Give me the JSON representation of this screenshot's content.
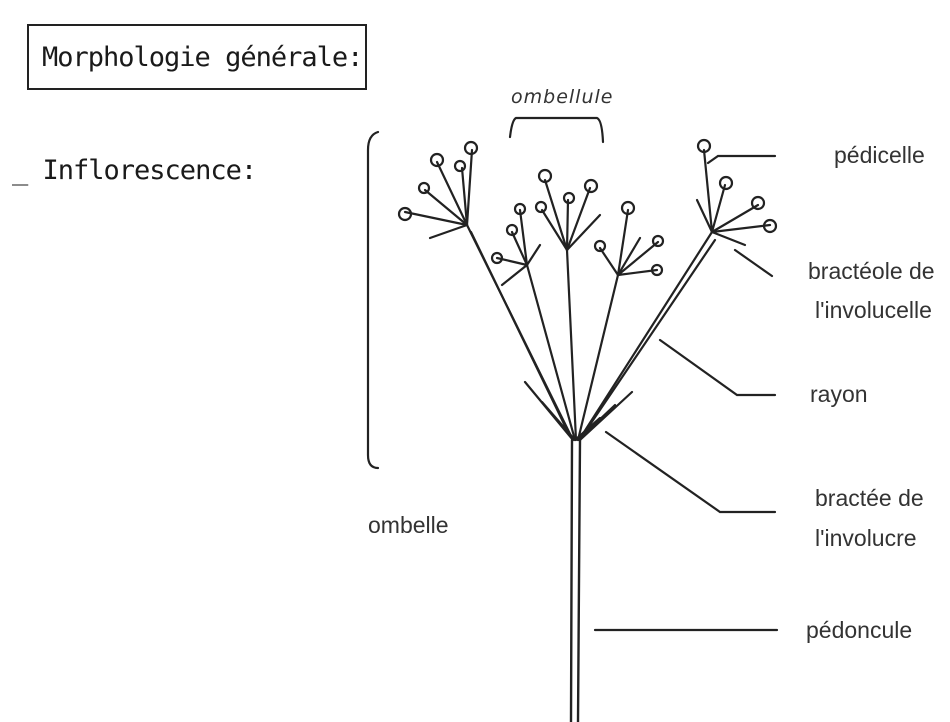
{
  "title": "Morphologie générale:",
  "section": "_ Inflorescence:",
  "labels": {
    "ombellule": "ombellule",
    "ombelle": "ombelle",
    "pedicelle": "pédicelle",
    "bracteole_line1": "bractéole de",
    "bracteole_line2": "l'involucelle",
    "rayon": "rayon",
    "bractee_line1": "bractée de",
    "bractee_line2": "l'involucre",
    "pedoncule": "pédoncule"
  },
  "colors": {
    "ink": "#222222",
    "background": "#ffffff"
  }
}
